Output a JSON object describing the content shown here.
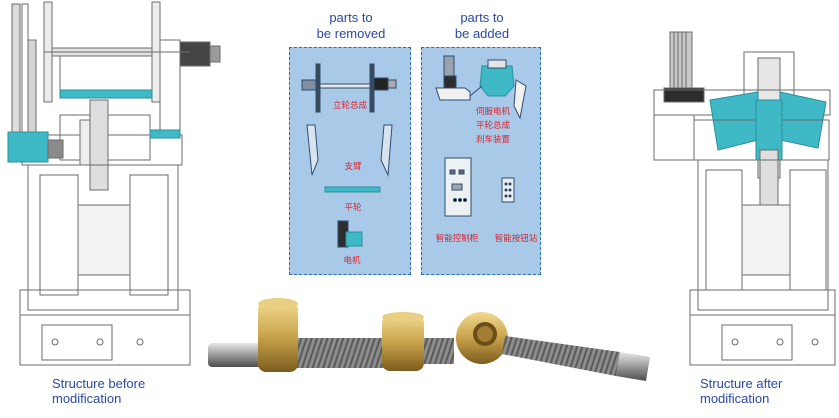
{
  "captions": {
    "before": [
      "Structure  before",
      "modification"
    ],
    "after": [
      "Structure  after",
      "modification"
    ]
  },
  "panels": {
    "removed": {
      "title": [
        "parts to",
        "be removed"
      ],
      "labels": [
        "立轮总成",
        "支臂",
        "平轮",
        "电机"
      ]
    },
    "added": {
      "title": [
        "parts to",
        "be added"
      ],
      "labels": [
        "伺服电机",
        "平轮总成",
        "刹车装置",
        "智能控制柜",
        "智能按钮站"
      ]
    }
  },
  "colors": {
    "panel_bg": "#a9c9e9",
    "panel_border": "#2d6fb4",
    "label_red": "#d9232d",
    "caption_blue": "#2a49a8",
    "part_cyan": "#3fb9c6",
    "brass": "#c8a24a"
  }
}
